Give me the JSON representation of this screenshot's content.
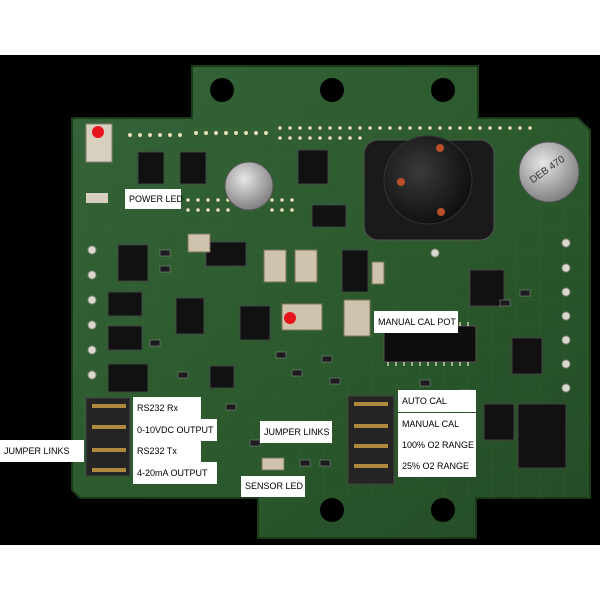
{
  "labels": {
    "power_led": "POWER LED",
    "manual_cal_pot": "MANUAL CAL POT",
    "rs232_rx": "RS232 Rx",
    "output_0_10vdc": "0-10VDC OUTPUT",
    "rs232_tx": "RS232 Tx",
    "output_4_20ma": "4-20mA OUTPUT",
    "jumper_links_left": "JUMPER LINKS",
    "jumper_links_center": "JUMPER LINKS",
    "auto_cal": "AUTO CAL",
    "manual_cal": "MANUAL CAL",
    "o2_range_100": "100% O2 RANGE",
    "o2_range_25": "25% O2 RANGE",
    "sensor_led": "SENSOR LED"
  },
  "colors": {
    "background": "#000000",
    "pcb": "#2e5a2c",
    "pcb_dark": "#1d3d1c",
    "led_red": "#e8141c",
    "label_bg": "#ffffff"
  }
}
